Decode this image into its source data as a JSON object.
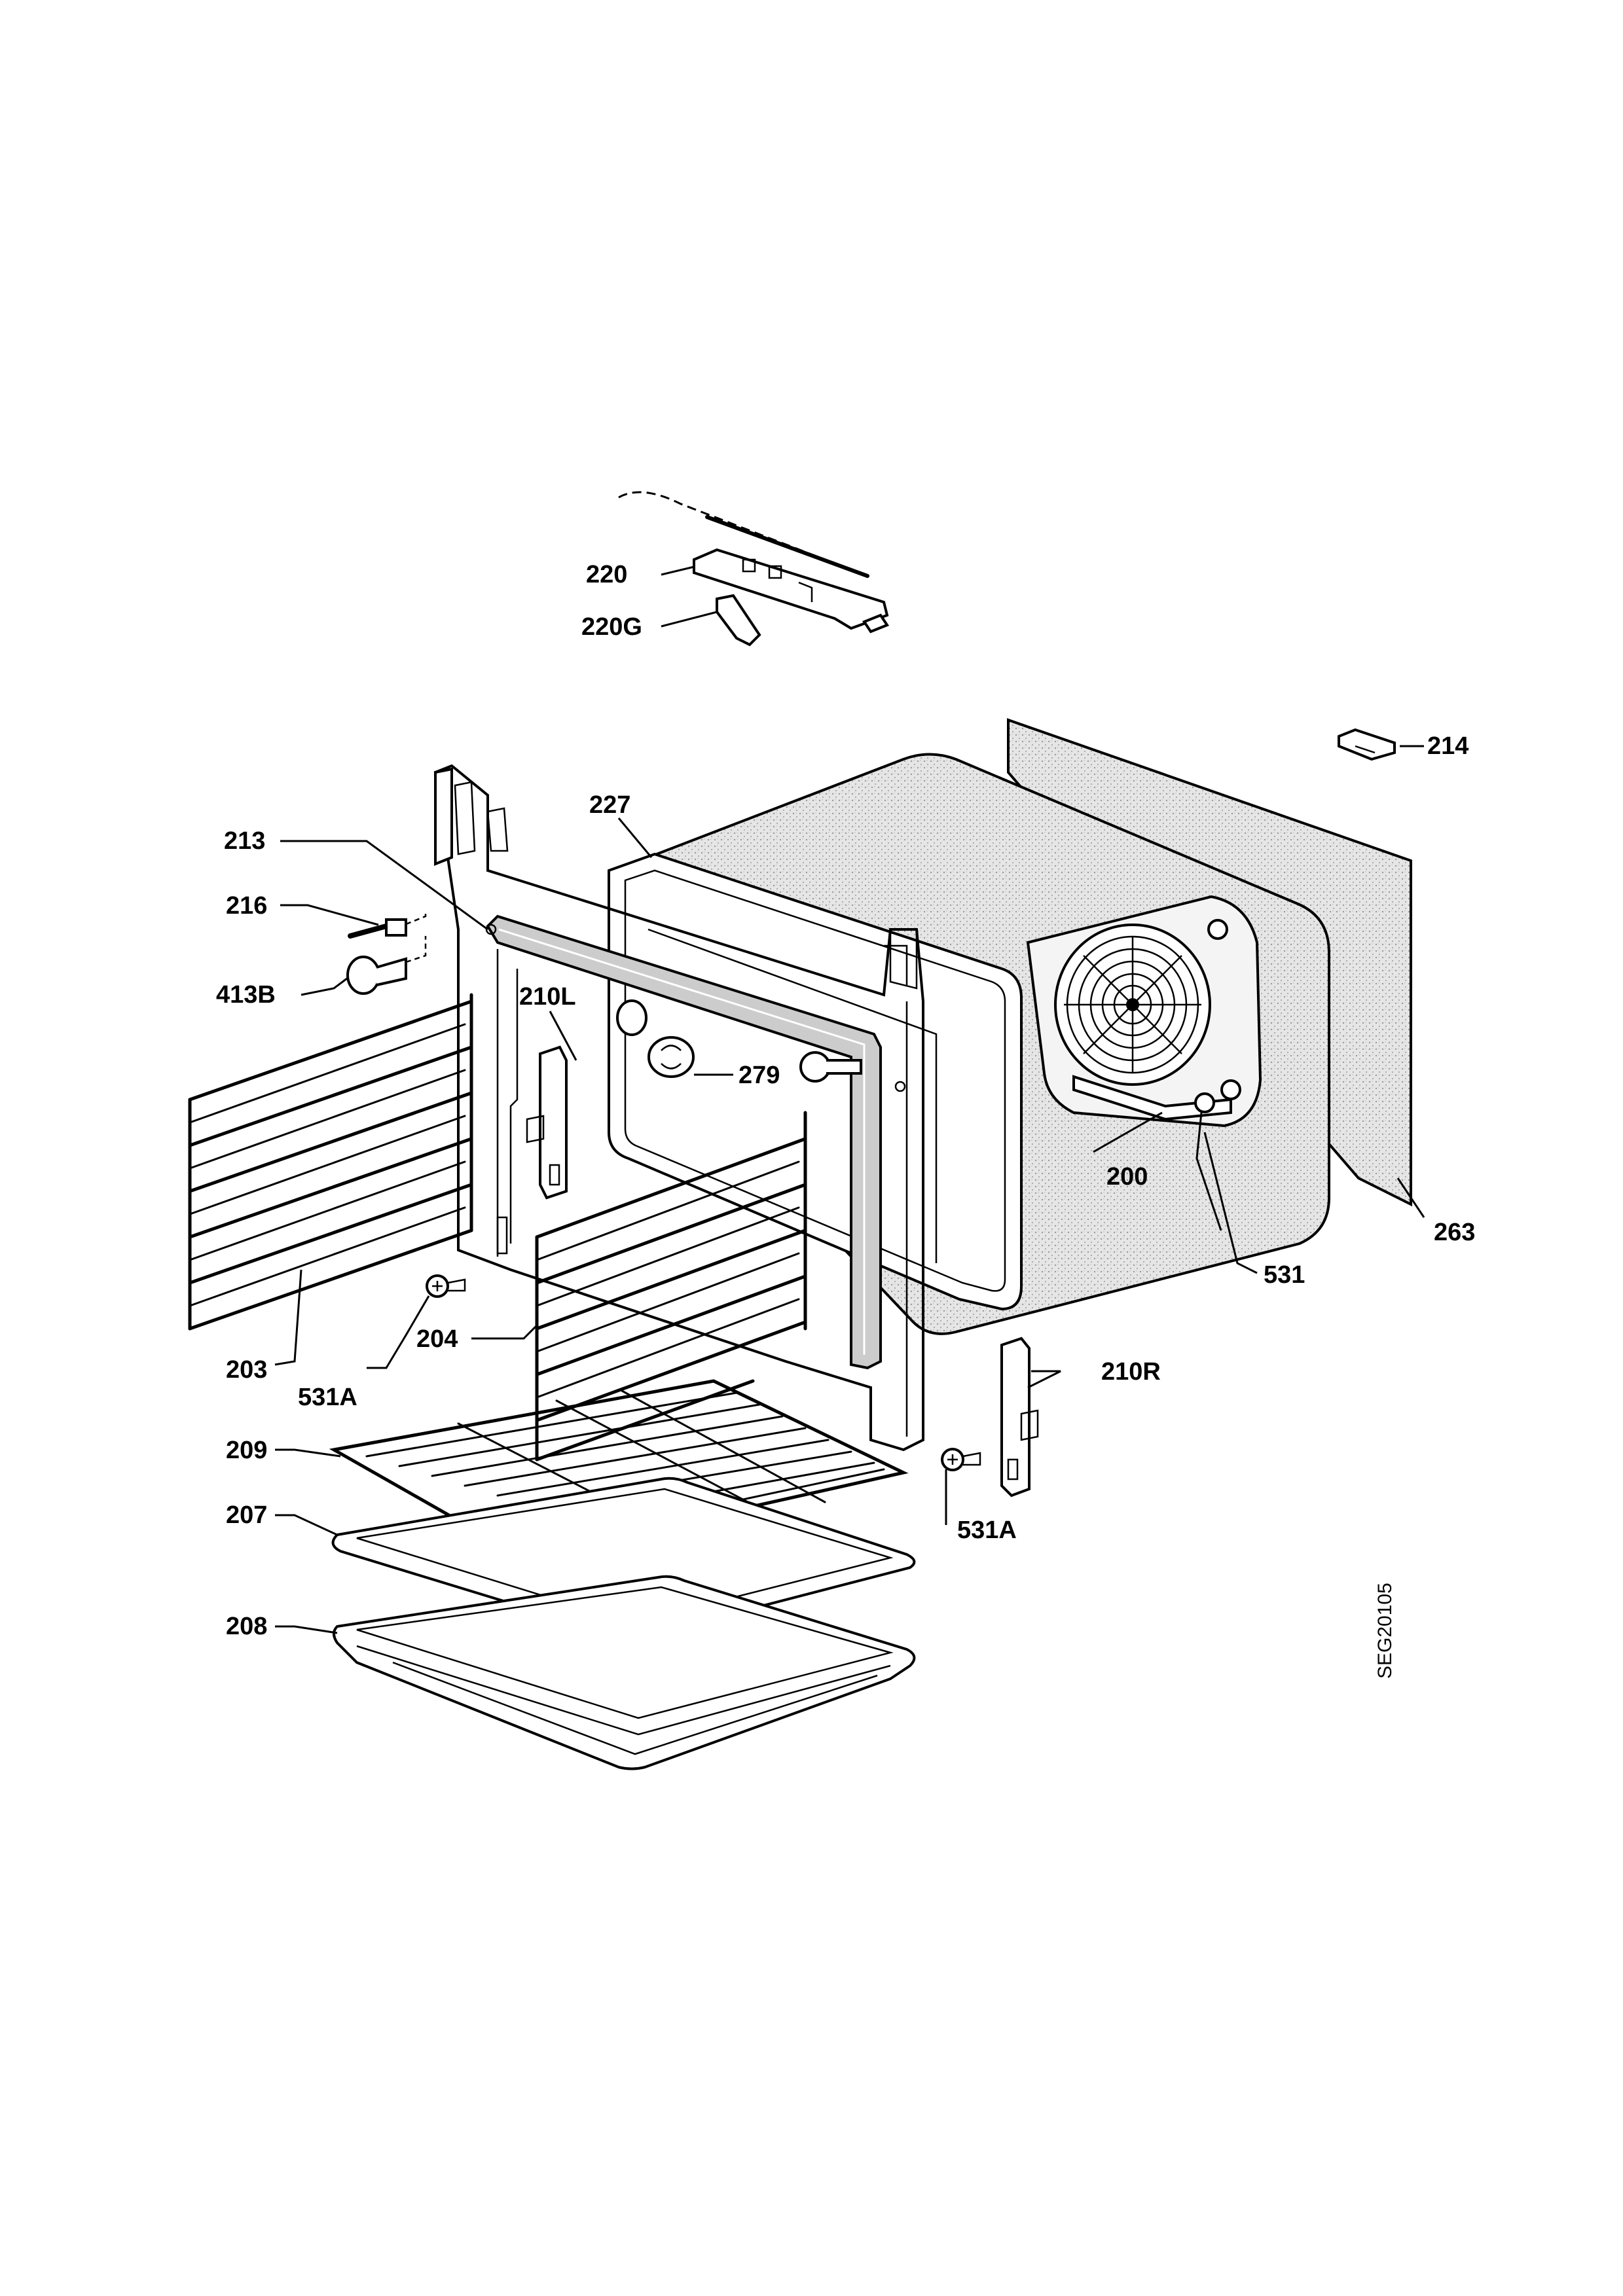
{
  "diagram": {
    "reference_code": "SEG20105",
    "labels": {
      "p220": "220",
      "p220g": "220G",
      "p214": "214",
      "p227": "227",
      "p213": "213",
      "p216": "216",
      "p413b": "413B",
      "p210l": "210L",
      "p279": "279",
      "p200": "200",
      "p263": "263",
      "p531": "531",
      "p203": "203",
      "p204": "204",
      "p531a_left": "531A",
      "p210r": "210R",
      "p209": "209",
      "p531a_right": "531A",
      "p207": "207",
      "p208": "208"
    }
  }
}
